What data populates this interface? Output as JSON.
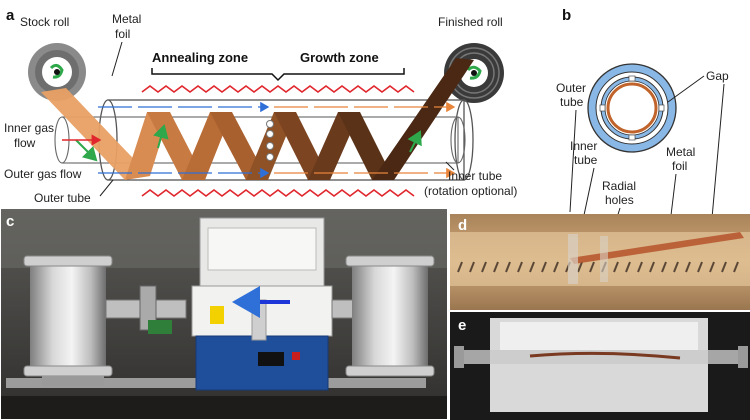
{
  "panels": {
    "a": "a",
    "b": "b",
    "c": "c",
    "d": "d",
    "e": "e"
  },
  "panel_a": {
    "stock_roll": "Stock roll",
    "metal_foil_1": "Metal",
    "metal_foil_2": "foil",
    "annealing_zone": "Annealing zone",
    "growth_zone": "Growth zone",
    "finished_roll": "Finished roll",
    "inner_gas_1": "Inner gas",
    "inner_gas_2": "flow",
    "outer_gas": "Outer gas flow",
    "outer_tube": "Outer tube",
    "inner_tube_1": "Inner tube",
    "inner_tube_2": "(rotation optional)"
  },
  "panel_b": {
    "outer_tube_1": "Outer",
    "outer_tube_2": "tube",
    "inner_tube_1": "Inner",
    "inner_tube_2": "tube",
    "radial_holes_1": "Radial",
    "radial_holes_2": "holes",
    "metal_foil_1": "Metal",
    "metal_foil_2": "foil",
    "gap": "Gap"
  },
  "colors": {
    "heater": "#e0262c",
    "blue_flow": "#2f6fd8",
    "orange_flow": "#e8853a",
    "foil_light": "#e8a064",
    "foil_mid": "#b06a34",
    "foil_dark": "#5a3218",
    "outer_ring": "#8ab8e6",
    "foil_ring": "#c0642c",
    "green_arrow": "#2ea84a"
  }
}
